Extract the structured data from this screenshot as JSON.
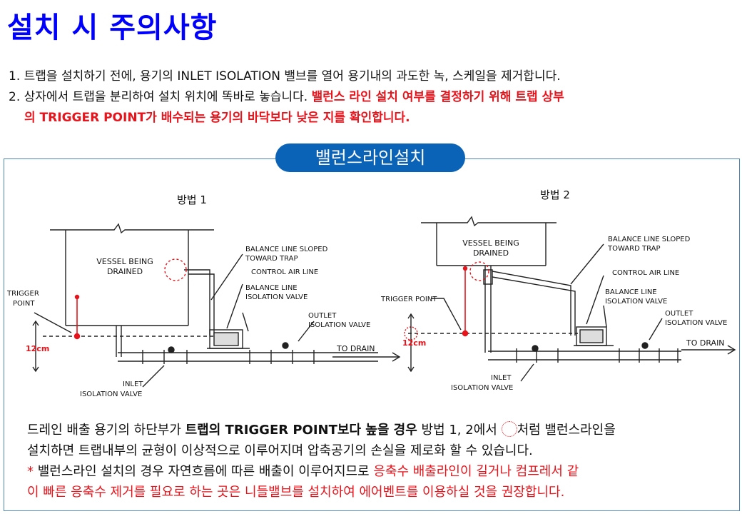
{
  "title": "설치 시 주의사항",
  "steps": [
    {
      "num": "1.",
      "text": "트랩을 설치하기 전에, 용기의 INLET ISOLATION 밸브를 열어 용기내의 과도한 녹, 스케일을 제거합니다."
    },
    {
      "num": "2.",
      "text": "상자에서 트랩을 분리하여 설치 위치에 똑바로 놓습니다.",
      "highlight_a": "밸런스 라인 설치 여부를 결정하기 위해 트랩 상부",
      "highlight_b": "의 TRIGGER POINT가 배수되는 용기의 바닥보다 낮은 지를 확인합니다."
    }
  ],
  "section_label": "밸런스라인설치",
  "method1": {
    "label": "방법 1",
    "vessel": [
      "VESSEL BEING",
      "DRAINED"
    ],
    "balance_line": [
      "BALANCE LINE SLOPED",
      "TOWARD TRAP"
    ],
    "control_air": "CONTROL AIR LINE",
    "balance_valve": [
      "BALANCE LINE",
      "ISOLATION VALVE"
    ],
    "outlet_valve": [
      "OUTLET",
      "ISOLATION VALVE"
    ],
    "trigger": [
      "TRIGGER",
      "POINT"
    ],
    "dimension": "12cm",
    "drain": "TO DRAIN",
    "inlet_valve": [
      "INLET",
      "ISOLATION VALVE"
    ]
  },
  "method2": {
    "label": "방법 2",
    "vessel": [
      "VESSEL BEING",
      "DRAINED"
    ],
    "balance_line": [
      "BALANCE LINE SLOPED",
      "TOWARD TRAP"
    ],
    "control_air": "CONTROL AIR LINE",
    "balance_valve": [
      "BALANCE LINE",
      "ISOLATION VALVE"
    ],
    "outlet_valve": [
      "OUTLET",
      "ISOLATION VALVE"
    ],
    "trigger": "TRIGGER POINT",
    "dimension": "12cm",
    "drain": "TO DRAIN",
    "inlet_valve": [
      "INLET",
      "ISOLATION VALVE"
    ]
  },
  "note": {
    "l1a": "드레인 배출 용기의 하단부가 ",
    "l1b": "트랩의 TRIGGER POINT보다 높을 경우",
    "l1c": " 방법 1, 2에서 ",
    "l1d": "처럼 밸런스라인을",
    "l2": "설치하면 트랩내부의 균형이 이상적으로 이루어지며 압축공기의 손실을 제로화 할 수 있습니다.",
    "l3a": "* ",
    "l3b": "밸런스라인 설치의 경우 자연흐름에 따른 배출이 이루어지므로 ",
    "l3c": "응축수 배출라인이 길거나 컴프레서 같",
    "l4": "이 빠른 응축수 제거를 필요로 하는 곳은 니들밸브를 설치하여 에어벤트를 이용하실 것을 권장합니다."
  },
  "colors": {
    "title": "#0000ff",
    "pill": "#0b63b8",
    "highlight": "#e8131b",
    "panel_border": "#4f86b6"
  }
}
